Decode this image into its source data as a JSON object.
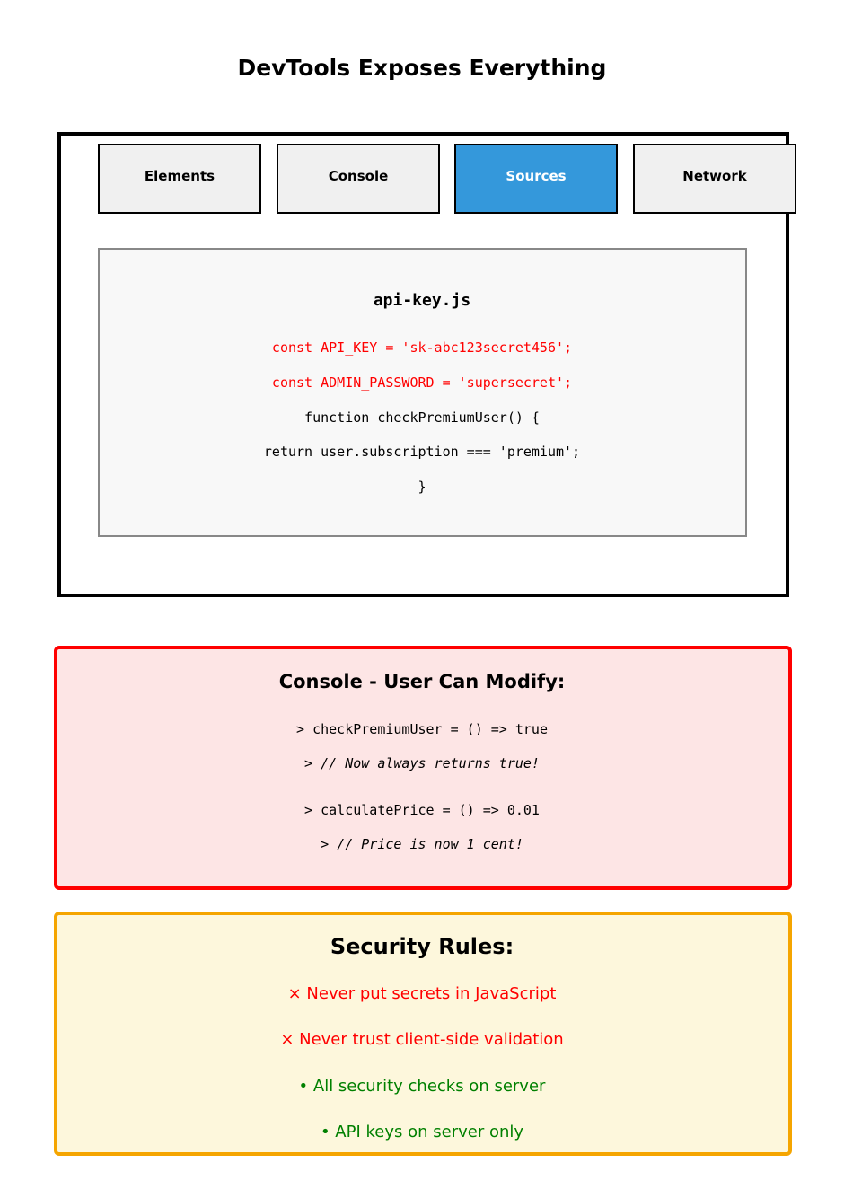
{
  "title": "DevTools Exposes Everything",
  "devtools": {
    "tabs": [
      {
        "label": "Elements",
        "active": false
      },
      {
        "label": "Console",
        "active": false
      },
      {
        "label": "Sources",
        "active": true
      },
      {
        "label": "Network",
        "active": false
      }
    ],
    "file_name": "api-key.js",
    "code_lines": [
      "const API_KEY = 'sk-abc123secret456';",
      "const ADMIN_PASSWORD = 'supersecret';",
      "function checkPremiumUser() {",
      "return user.subscription === 'premium';",
      "}"
    ]
  },
  "console_box": {
    "heading": "Console - User Can Modify:",
    "lines": [
      "> checkPremiumUser = () => true",
      "> // Now always returns true!",
      "> calculatePrice = () => 0.01",
      "> // Price is now 1 cent!"
    ]
  },
  "security_box": {
    "heading": "Security Rules:",
    "rules": [
      "× Never put secrets in JavaScript",
      "× Never trust client-side validation",
      "• All security checks on server",
      "• API keys on server only"
    ]
  },
  "colors": {
    "active_tab": "#3498db",
    "danger_border": "#ff0000",
    "danger_fill": "#fde5e5",
    "warning_border": "#f5a500",
    "warning_fill": "#fdf7dc",
    "bad_text": "#ff0000",
    "good_text": "#008000"
  }
}
